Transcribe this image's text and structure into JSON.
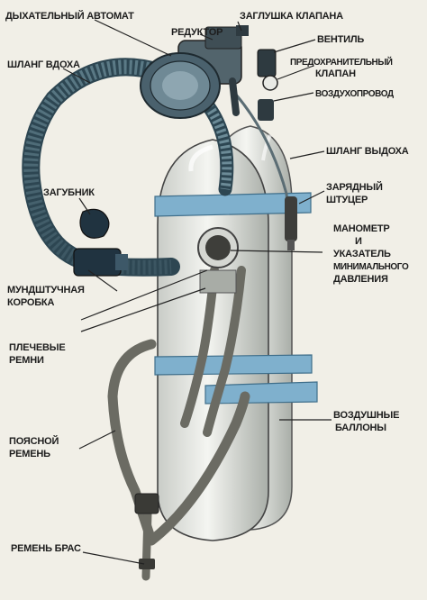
{
  "labels": {
    "breathing_machine": "ДЫХАТЕЛЬНЫЙ АВТОМАТ",
    "valve_plug": "ЗАГЛУШКА КЛАПАНА",
    "reducer": "РЕДУКТОР",
    "valve": "ВЕНТИЛЬ",
    "safety_valve_line1": "ПРЕДОХРАНИТЕЛЬНЫЙ",
    "safety_valve_line2": "КЛАПАН",
    "air_duct": "ВОЗДУХОПРОВОД",
    "inhale_hose": "ШЛАНГ ВДОХА",
    "exhale_hose": "ШЛАНГ ВЫДОХА",
    "mouthpiece": "ЗАГУБНИК",
    "charging_fitting_line1": "ЗАРЯДНЫЙ",
    "charging_fitting_line2": "ШТУЦЕР",
    "manometer_line1": "МАНОМЕТР",
    "manometer_line2": "И",
    "manometer_line3": "УКАЗАТЕЛЬ",
    "manometer_line4": "МИНИМАЛЬНОГО",
    "manometer_line5": "ДАВЛЕНИЯ",
    "mouthpiece_box_line1": "МУНДШТУЧНАЯ",
    "mouthpiece_box_line2": "КОРОБКА",
    "shoulder_straps_line1": "ПЛЕЧЕВЫЕ",
    "shoulder_straps_line2": "РЕМНИ",
    "air_cylinders_line1": "ВОЗДУШНЫЕ",
    "air_cylinders_line2": "БАЛЛОНЫ",
    "waist_belt_line1": "ПОЯСНОЙ",
    "waist_belt_line2": "РЕМЕНЬ",
    "crotch_strap": "РЕМЕНЬ БРАС"
  }
}
